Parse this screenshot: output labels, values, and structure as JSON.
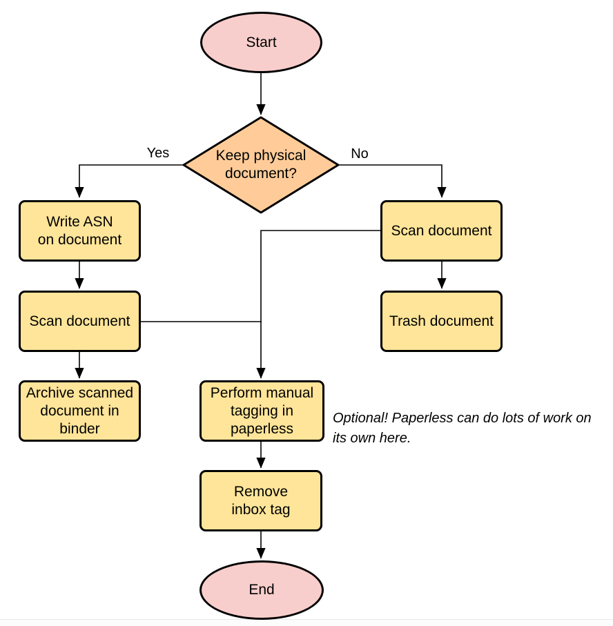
{
  "nodes": {
    "start": {
      "label": "Start",
      "type": "terminator"
    },
    "decision": {
      "label": "Keep physical\ndocument?",
      "type": "decision"
    },
    "write_asn": {
      "label": "Write ASN\non document",
      "type": "process"
    },
    "scan_left": {
      "label": "Scan document",
      "type": "process"
    },
    "archive": {
      "label": "Archive scanned\ndocument in\nbinder",
      "type": "process"
    },
    "scan_right": {
      "label": "Scan document",
      "type": "process"
    },
    "trash": {
      "label": "Trash document",
      "type": "process"
    },
    "tagging": {
      "label": "Perform manual\ntagging in\npaperless",
      "type": "process"
    },
    "remove_inbox": {
      "label": "Remove\ninbox tag",
      "type": "process"
    },
    "end": {
      "label": "End",
      "type": "terminator"
    }
  },
  "edge_labels": {
    "yes": "Yes",
    "no": "No"
  },
  "note": {
    "text": "Optional! Paperless can do lots of work on\nits own here."
  },
  "colors": {
    "terminator_fill": "#f8cecc",
    "decision_fill": "#ffcc99",
    "process_fill": "#ffe599",
    "stroke": "#000000"
  }
}
